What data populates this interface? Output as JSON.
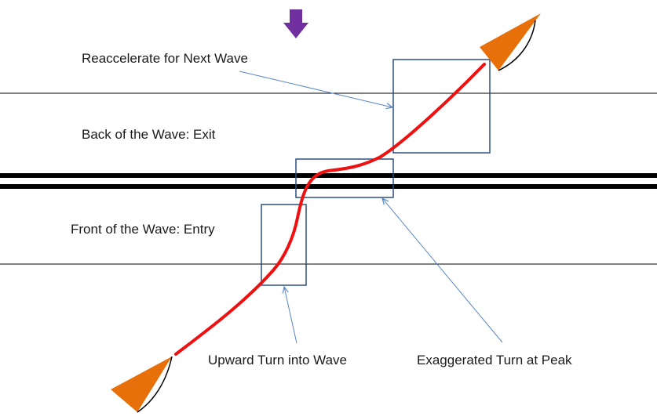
{
  "labels": {
    "reaccelerate": "Reaccelerate for Next Wave",
    "back_of_wave": "Back of the Wave: Exit",
    "front_of_wave": "Front of the Wave: Entry",
    "upward_turn": "Upward Turn into Wave",
    "exaggerated_turn": "Exaggerated Turn at Peak"
  },
  "colors": {
    "path": "#ee1111",
    "boat": "#e8700a",
    "box": "#2e4f7f",
    "callout": "#5b86c4",
    "arrow": "#7030a0",
    "lines": "#000000"
  },
  "icons": {
    "direction": "down-arrow-icon",
    "boat": "boat-bow-icon"
  }
}
